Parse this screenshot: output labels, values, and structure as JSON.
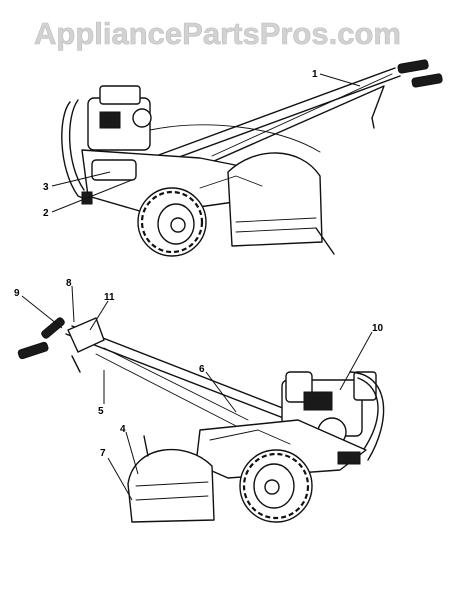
{
  "watermark": "AppliancePartsPros.com",
  "top_view": {
    "callouts": [
      "1",
      "3",
      "2"
    ]
  },
  "bottom_view": {
    "callouts": [
      "9",
      "8",
      "11",
      "10",
      "6",
      "5",
      "4",
      "7"
    ]
  },
  "colors": {
    "ink": "#111111",
    "watermark": "#d2d2d2",
    "background": "#ffffff"
  }
}
